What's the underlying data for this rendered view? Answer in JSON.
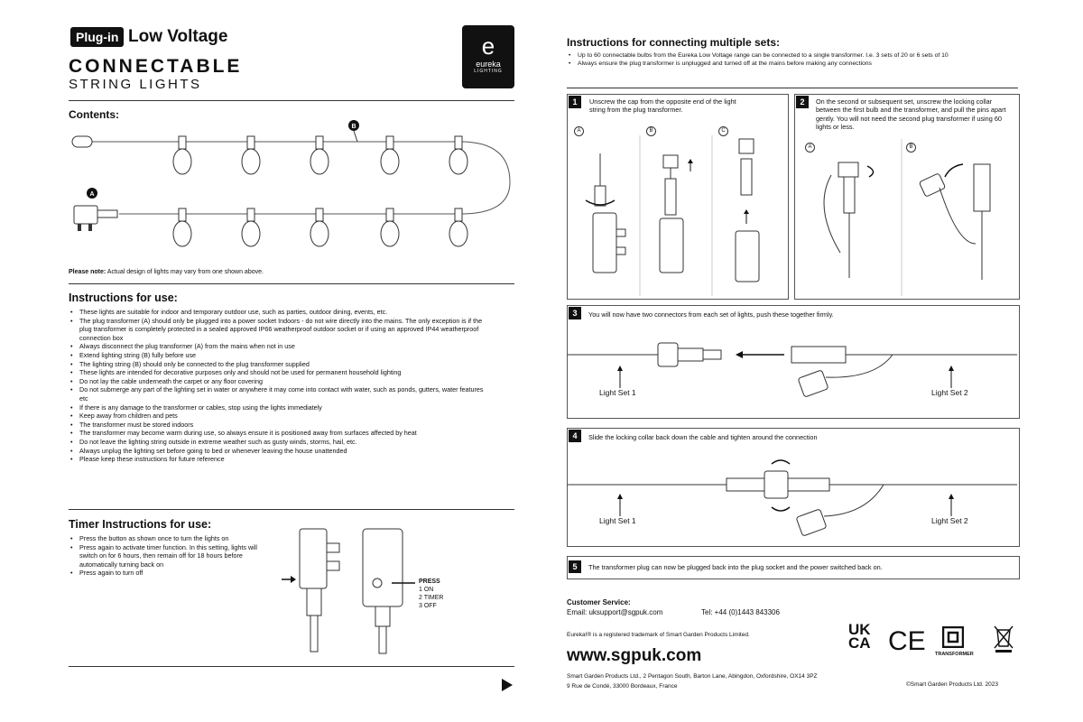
{
  "header": {
    "badge": "Plug-in",
    "low_voltage": "Low Voltage",
    "title": "CONNECTABLE",
    "subtitle": "STRING LIGHTS",
    "logo_symbol": "e",
    "logo_name": "eureka",
    "logo_sub": "LIGHTING"
  },
  "contents": {
    "heading": "Contents:",
    "label_a": "A",
    "label_b": "B",
    "note_bold": "Please note:",
    "note": " Actual design of lights may vary from one shown above."
  },
  "instructions": {
    "heading": "Instructions for use:",
    "items": [
      "These lights are suitable for indoor and temporary outdoor use, such as parties, outdoor dining, events, etc.",
      "The plug transformer (A) should only be plugged into a power socket Indoors - do not wire directly into the mains. The only exception is if the plug transformer is completely protected in a sealed approved IP66 weatherproof outdoor socket or if using an approved IP44 weatherproof connection box",
      "Always disconnect the plug transformer (A) from the mains when not in use",
      "Extend lighting string (B) fully before use",
      "The lighting string (B) should only be connected to the plug transformer supplied",
      "These lights are intended for decorative purposes only and should not be used for permanent household lighting",
      "Do not lay the cable underneath the carpet or any floor covering",
      "Do not submerge any part of the lighting set in water or anywhere it may come into contact with water, such as ponds, gutters, water features etc",
      "If there is any damage to the transformer or cables, stop using the lights immediately",
      "Keep away from children and pets",
      "The transformer must be stored indoors",
      "The transformer may become warm during use, so always ensure it is positioned away from surfaces affected by heat",
      "Do not leave the lighting string outside in extreme weather such as gusty winds, storms, hail, etc.",
      "Always unplug the lighting set before going to bed or whenever leaving the house unattended",
      "Please keep these instructions for future reference"
    ]
  },
  "timer": {
    "heading": "Timer Instructions for use:",
    "items": [
      "Press the button as shown once to turn the lights on",
      "Press again to activate timer function. In this setting, lights will switch on for 6 hours, then remain off for 18 hours before automatically turning back on",
      "Press again to turn off"
    ],
    "press": "PRESS",
    "options": [
      "1  ON",
      "2  TIMER",
      "3  OFF"
    ]
  },
  "multi": {
    "heading": "Instructions for connecting multiple sets:",
    "items": [
      "Up to 60 connectable bulbs from the Eureka Low Voltage range can be connected to a single transformer. I.e. 3 sets of 20 or 6 sets of 10",
      "Always ensure the plug transformer is unplugged and turned off at the mains before making any connections"
    ]
  },
  "steps": {
    "s1_num": "1",
    "s1": "Unscrew the cap from the opposite end of the light string from the plug transformer.",
    "s1_labels": [
      "A",
      "B",
      "C"
    ],
    "s2_num": "2",
    "s2": "On the second or subsequent set, unscrew the locking collar between the first bulb and the transformer, and pull the pins apart gently. You will not need the second plug transformer if using 60 lights or less.",
    "s2_labels": [
      "A",
      "B"
    ],
    "s3_num": "3",
    "s3": "You will now have two connectors from each set of lights, push these together firmly.",
    "s4_num": "4",
    "s4": "Slide the locking collar back down the cable and tighten around the connection",
    "s5_num": "5",
    "s5": "The transformer plug can now be plugged back into the plug socket and the power switched back on.",
    "set1": "Light Set 1",
    "set2": "Light Set 2"
  },
  "footer": {
    "cs_heading": "Customer Service:",
    "email": "Email: uksupport@sgpuk.com",
    "tel": "Tel: +44 (0)1443 843306",
    "trademark": "Eureka!® is a registered trademark of Smart Garden Products Limited.",
    "url": "www.sgpuk.com",
    "address1": "Smart Garden Products Ltd., 2 Pentagon South, Barton Lane, Abingdon, Oxfordshire, OX14 3PZ",
    "address2": "9 Rue de Condé, 33000 Bordeaux, France",
    "copyright": "©Smart Garden Products Ltd. 2023",
    "ukca": "UK CA",
    "ce": "CE",
    "transformer": "TRANSFORMER"
  }
}
